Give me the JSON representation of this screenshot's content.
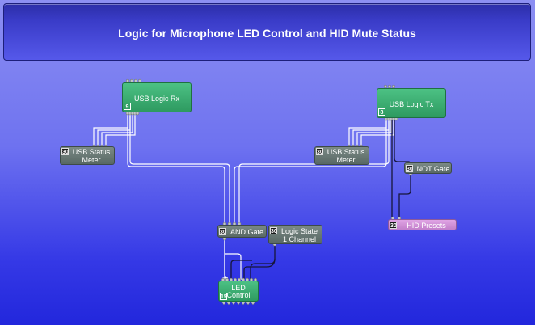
{
  "header": {
    "title": "Logic for Microphone LED Control and HID Mute Status"
  },
  "blocks": {
    "usb_logic_rx": {
      "label": "USB Logic Rx",
      "badge": "9"
    },
    "usb_logic_tx": {
      "label": "USB Logic Tx",
      "badge": "8"
    },
    "usb_status_meter_left": {
      "line1": "USB Status",
      "line2": "Meter",
      "badge": "30"
    },
    "usb_status_meter_right": {
      "line1": "USB Status",
      "line2": "Meter",
      "badge": "30"
    },
    "not_gate": {
      "label": "NOT Gate",
      "badge": "30"
    },
    "hid_presets": {
      "label": "HID Presets",
      "badge": "30"
    },
    "and_gate": {
      "label": "AND Gate",
      "badge": "30"
    },
    "logic_state": {
      "line1": "Logic State",
      "line2": "1 Channel",
      "badge": "30"
    },
    "led_control": {
      "line1": "LED",
      "line2": "Control",
      "badge": "15"
    }
  },
  "colors": {
    "background_top": "#8c8ff2",
    "background_bottom": "#2227dc",
    "header_fill": "#3a3cc8",
    "block_green": "#3fae72",
    "block_grey": "#667470",
    "block_pink": "#d292da",
    "wire_white": "#ffffff",
    "wire_dark": "#16163a"
  }
}
